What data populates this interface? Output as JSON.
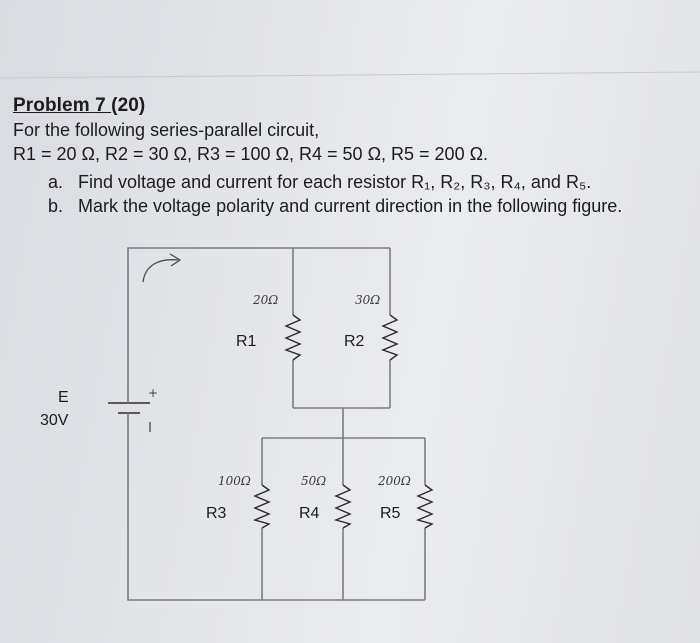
{
  "problem": {
    "title_prefix": "Problem ",
    "title_number": "7 ",
    "title_points": "(20)",
    "line1": "For the following series-parallel circuit,",
    "line2": "R1 = 20 Ω, R2 = 30 Ω, R3 = 100 Ω, R4 = 50 Ω, R5 = 200 Ω.",
    "items": [
      {
        "letter": "a.",
        "text": "Find voltage and current for each resistor R₁, R₂, R₃, R₄, and R₅."
      },
      {
        "letter": "b.",
        "text": "Mark the voltage polarity and current direction in the following figure."
      }
    ]
  },
  "circuit": {
    "source_label": "E",
    "source_value": "30V",
    "plus_sign": "+",
    "resistors": {
      "r1": {
        "label": "R1",
        "handwritten": "20Ω"
      },
      "r2": {
        "label": "R2",
        "handwritten": "30Ω"
      },
      "r3": {
        "label": "R3",
        "handwritten": "100Ω"
      },
      "r4": {
        "label": "R4",
        "handwritten": "50Ω"
      },
      "r5": {
        "label": "R5",
        "handwritten": "200Ω"
      }
    }
  },
  "colors": {
    "paper": "#e6e7ea",
    "ink": "#1c1c20",
    "wire": "#7a7b82"
  }
}
